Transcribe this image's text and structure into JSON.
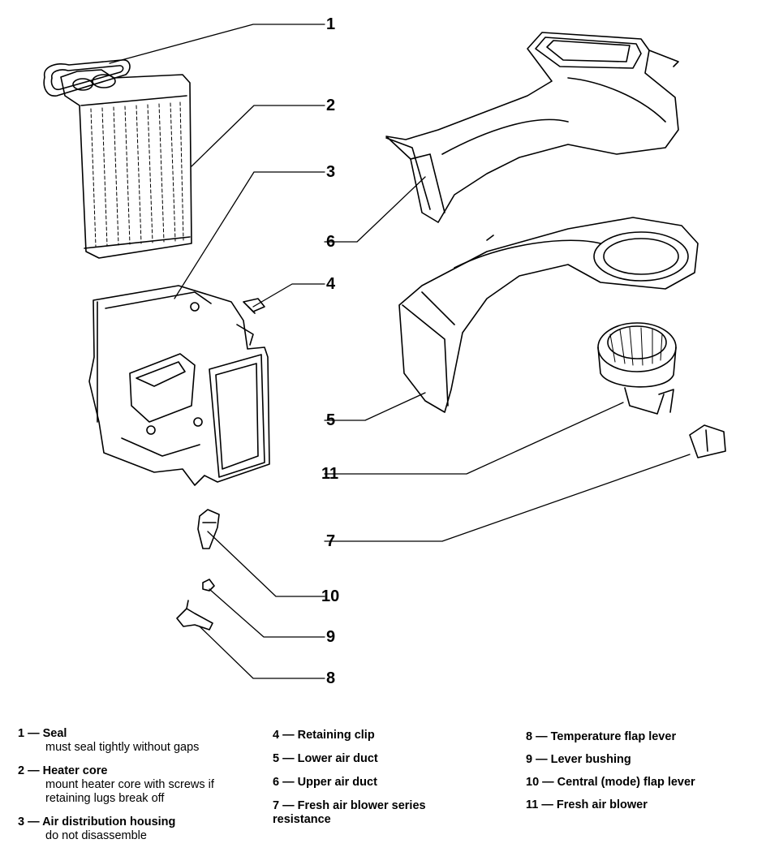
{
  "callouts": [
    {
      "num": "1"
    },
    {
      "num": "2"
    },
    {
      "num": "3"
    },
    {
      "num": "4"
    },
    {
      "num": "5"
    },
    {
      "num": "6"
    },
    {
      "num": "7"
    },
    {
      "num": "8"
    },
    {
      "num": "9"
    },
    {
      "num": "10"
    },
    {
      "num": "11"
    }
  ],
  "legend": [
    {
      "title": "1 — Seal",
      "note": "must seal tightly without gaps"
    },
    {
      "title": "2 — Heater core",
      "note": "mount heater core with screws if retaining lugs break off"
    },
    {
      "title": "3 — Air distribution housing",
      "note": "do not disassemble"
    },
    {
      "title": "4 — Retaining clip",
      "note": ""
    },
    {
      "title": "5 — Lower air duct",
      "note": ""
    },
    {
      "title": "6 — Upper air duct",
      "note": ""
    },
    {
      "title": "7 — Fresh air blower series resistance",
      "note": ""
    },
    {
      "title": "8 — Temperature flap lever",
      "note": ""
    },
    {
      "title": "9 — Lever bushing",
      "note": ""
    },
    {
      "title": "10 — Central (mode) flap lever",
      "note": ""
    },
    {
      "title": "11 — Fresh air blower",
      "note": ""
    }
  ]
}
